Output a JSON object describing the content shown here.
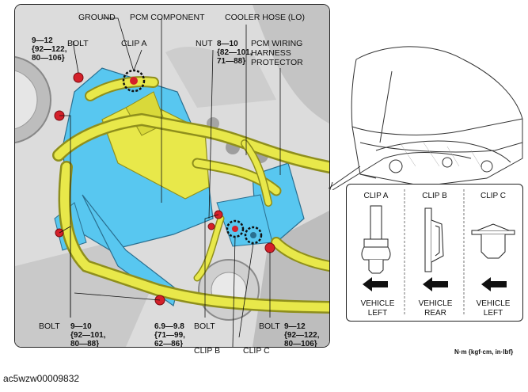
{
  "callouts": {
    "ground": "GROUND",
    "pcm_component": "PCM COMPONENT",
    "cooler_hose": "COOLER HOSE (LO)",
    "pcm_wiring_line1": "PCM WIRING",
    "pcm_wiring_line2": "HARNESS",
    "pcm_wiring_line3": "PROTECTOR",
    "bolt_top_left": "BOLT",
    "clip_a": "CLIP A",
    "nut": "NUT",
    "bolt_bottom_left": "BOLT",
    "bolt_bottom_center": "BOLT",
    "bolt_bottom_right": "BOLT",
    "clip_b": "CLIP B",
    "clip_c": "CLIP C"
  },
  "torques": {
    "top_left": [
      "9—12",
      "{92—122,",
      "80—106}"
    ],
    "nut": [
      "8—10",
      "{82—101,",
      "71—88}"
    ],
    "bottom_left": [
      "9—10",
      "{92—101,",
      "80—88}"
    ],
    "bottom_center": [
      "6.9—9.8",
      "{71—99,",
      "62—86}"
    ],
    "bottom_right": [
      "9—12",
      "{92—122,",
      "80—106}"
    ]
  },
  "clip_legend": {
    "clips": [
      {
        "title": "CLIP A",
        "direction_line1": "VEHICLE",
        "direction_line2": "LEFT"
      },
      {
        "title": "CLIP B",
        "direction_line1": "VEHICLE",
        "direction_line2": "REAR"
      },
      {
        "title": "CLIP C",
        "direction_line1": "VEHICLE",
        "direction_line2": "LEFT"
      }
    ]
  },
  "units_note": "N·m {kgf·cm, in·lbf}",
  "figure_code": "ac5wzw00009832",
  "colors": {
    "component_blue": "#58c7f0",
    "pipe_yellow": "#e8e84a",
    "pipe_yellow_dark": "#8f8f1c",
    "bolt_red": "#d4202a",
    "engine_gray": "#c8c8c8"
  }
}
